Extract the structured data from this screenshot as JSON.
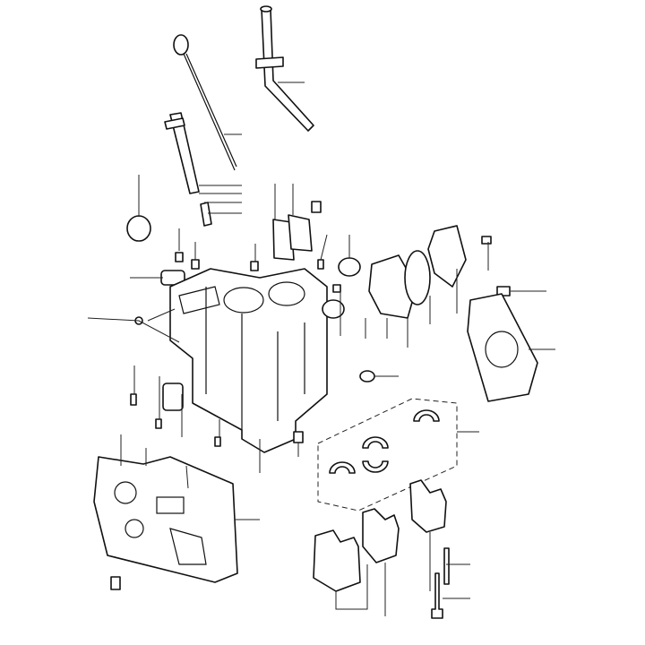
{
  "diagram": {
    "type": "exploded-parts-diagram",
    "colors": {
      "line": "#111111",
      "background": "#ffffff"
    },
    "parts": [
      "dipstick",
      "oil-filler-tube",
      "cylinder-block",
      "front-gasket-plate",
      "rear-oil-seal",
      "seal-retainer-plate",
      "bearing-shells",
      "main-bearing-caps",
      "studs-bolts"
    ]
  }
}
